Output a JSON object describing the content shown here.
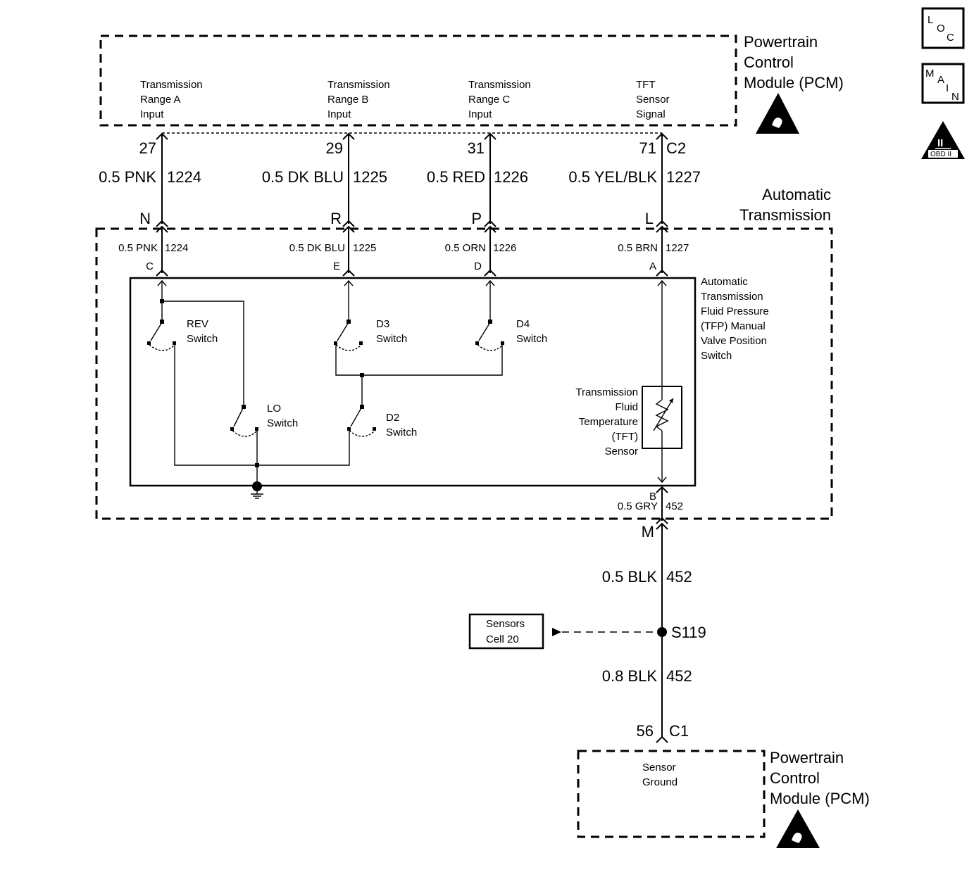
{
  "pcm_top": {
    "title_lines": [
      "Powertrain",
      "Control",
      "Module (PCM)"
    ],
    "inputs": [
      {
        "lines": [
          "Transmission",
          "Range A",
          "Input"
        ],
        "pin": "27",
        "color": "0.5 PNK",
        "circuit": "1224",
        "conn_pin": "N"
      },
      {
        "lines": [
          "Transmission",
          "Range B",
          "Input"
        ],
        "pin": "29",
        "color": "0.5 DK BLU",
        "circuit": "1225",
        "conn_pin": "R"
      },
      {
        "lines": [
          "Transmission",
          "Range C",
          "Input"
        ],
        "pin": "31",
        "color": "0.5 RED",
        "circuit": "1226",
        "conn_pin": "P"
      },
      {
        "lines": [
          "TFT",
          "Sensor",
          "Signal"
        ],
        "pin": "71",
        "connector": "C2",
        "color": "0.5 YEL/BLK",
        "circuit": "1227",
        "conn_pin": "L"
      }
    ]
  },
  "side_icons": {
    "loc": [
      "L",
      "O",
      "C"
    ],
    "main": [
      "M",
      "A",
      "I",
      "N"
    ],
    "obd": [
      "II",
      "OBD II"
    ]
  },
  "transmission": {
    "title_lines": [
      "Automatic",
      "Transmission"
    ],
    "internal_wires": [
      {
        "color": "0.5 PNK",
        "circuit": "1224",
        "pin": "C"
      },
      {
        "color": "0.5 DK BLU",
        "circuit": "1225",
        "pin": "E"
      },
      {
        "color": "0.5 ORN",
        "circuit": "1226",
        "pin": "D"
      },
      {
        "color": "0.5 BRN",
        "circuit": "1227",
        "pin": "A"
      }
    ],
    "switch_assembly_lines": [
      "Automatic",
      "Transmission",
      "Fluid Pressure",
      "(TFP) Manual",
      "Valve Position",
      "Switch"
    ],
    "switches": {
      "rev": [
        "REV",
        "Switch"
      ],
      "d3": [
        "D3",
        "Switch"
      ],
      "d4": [
        "D4",
        "Switch"
      ],
      "lo": [
        "LO",
        "Switch"
      ],
      "d2": [
        "D2",
        "Switch"
      ]
    },
    "tft_sensor_lines": [
      "Transmission",
      "Fluid",
      "Temperature",
      "(TFT)",
      "Sensor"
    ],
    "ground_wire": {
      "pin": "B",
      "color": "0.5 GRY",
      "circuit": "452"
    },
    "out_pin": "M"
  },
  "ground_path": {
    "upper": {
      "color": "0.5 BLK",
      "circuit": "452"
    },
    "splice": "S119",
    "ref_box_lines": [
      "Sensors",
      "Cell 20"
    ],
    "lower": {
      "color": "0.8 BLK",
      "circuit": "452"
    },
    "pin": "56",
    "connector": "C1"
  },
  "pcm_bottom": {
    "title_lines": [
      "Powertrain",
      "Control",
      "Module (PCM)"
    ],
    "label_lines": [
      "Sensor",
      "Ground"
    ]
  }
}
